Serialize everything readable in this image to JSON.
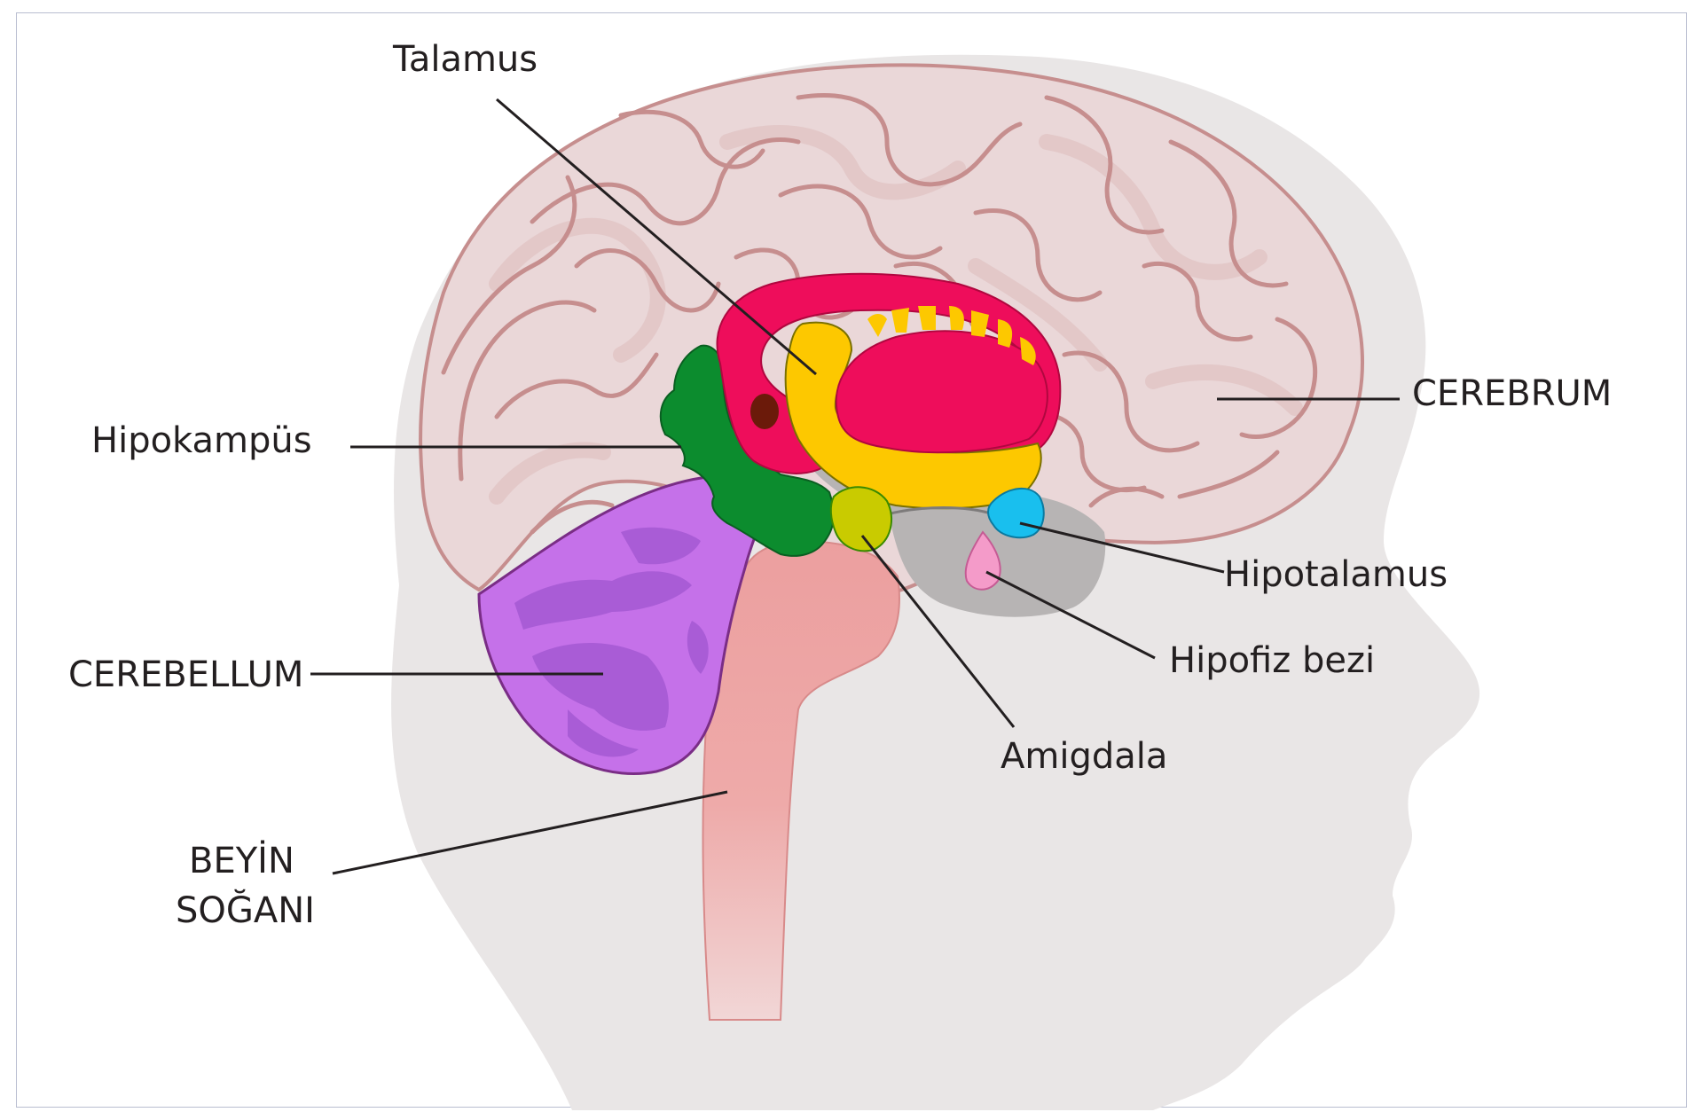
{
  "diagram": {
    "labels": {
      "talamus": "Talamus",
      "hipokampus": "Hipokampüs",
      "cerebrum": "CEREBRUM",
      "hipotalamus": "Hipotalamus",
      "hipofiz": "Hipofiz bezi",
      "cerebellum": "CEREBELLUM",
      "amigdala": "Amigdala",
      "beyin_line1": "BEYİN",
      "beyin_line2": "SOĞANI"
    },
    "colors": {
      "head": "#e9e6e6",
      "cerebrum_fill": "#ead7d8",
      "cerebrum_stroke": "#c68e8e",
      "brainstem": "#ec9f9f",
      "cerebellum_fill": "#c571e9",
      "cerebellum_inner": "#a95cd6",
      "hippocampus": "#0c8c2e",
      "fornix": "#ee0d5b",
      "thalamus": "#fdc800",
      "hypothalamus": "#19bfee",
      "pituitary": "#f49bc9",
      "amygdala": "#c9cb00",
      "midbrain_gray": "#b7b4b4"
    }
  }
}
